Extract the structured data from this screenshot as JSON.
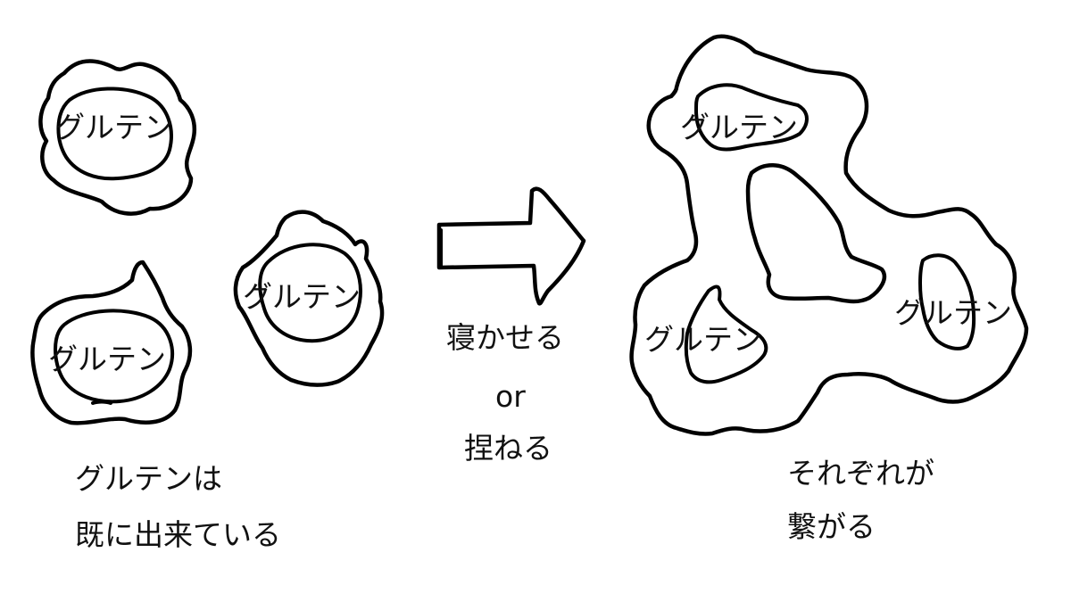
{
  "nodes": {
    "gluten_top_left": "グルテン",
    "gluten_bottom_left": "グルテン",
    "gluten_middle": "グルテン",
    "gluten_network_top": "グルテン",
    "gluten_network_bottom": "グルテン",
    "gluten_network_right": "グルテン"
  },
  "captions": {
    "left_line1": "グルテンは",
    "left_line2": "既に出来ている",
    "middle_line1": "寝かせる",
    "middle_line2": "or",
    "middle_line3": "捏ねる",
    "right_line1": "それぞれが",
    "right_line2": "繋がる"
  },
  "colors": {
    "stroke": "#000000",
    "background": "#ffffff"
  }
}
